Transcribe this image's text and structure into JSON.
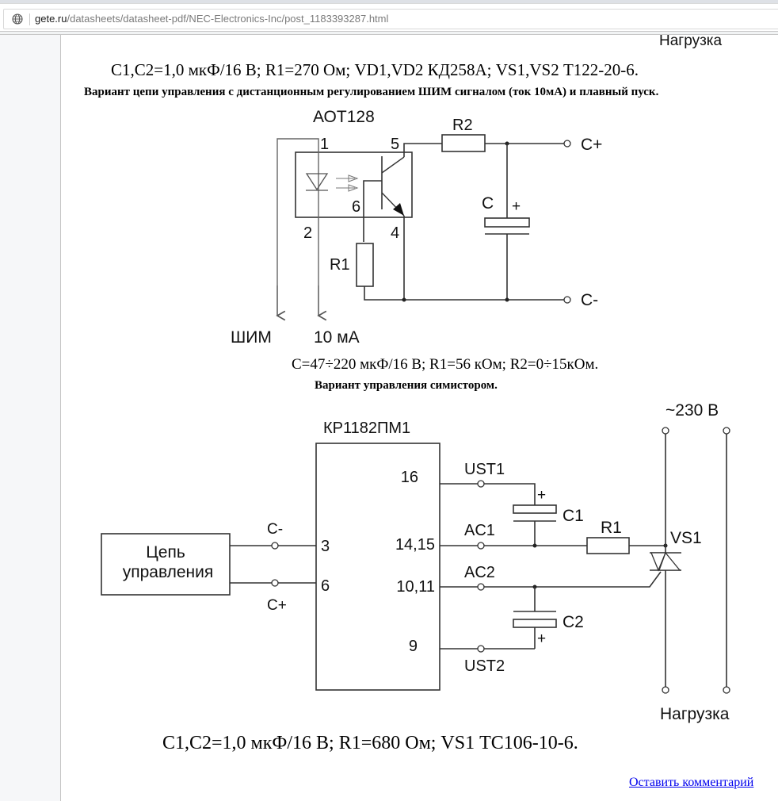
{
  "browser": {
    "url_domain": "gete.ru",
    "url_path": "/datasheets/datasheet-pdf/NEC-Electronics-Inc/post_1183393287.html",
    "site_icon": "globe-icon"
  },
  "page": {
    "top_load_label": "Нагрузка",
    "section1_specs": "C1,C2=1,0 мкФ/16 В; R1=270 Ом; VD1,VD2 КД258А; VS1,VS2 Т122-20-6.",
    "section2_heading": "Вариант цепи управления с дистанционным регулированием ШИМ сигналом (ток 10мА) и плавный пуск.",
    "section2_specs": "C=47÷220 мкФ/16 В; R1=56 кОм; R2=0÷15кОм.",
    "section3_heading": "Вариант управления симистором.",
    "section3_specs": "C1,C2=1,0 мкФ/16 В; R1=680 Ом; VS1 ТС106-10-6.",
    "comment_link": "Оставить комментарий"
  },
  "schematic1": {
    "optocoupler": "АОТ128",
    "pins": {
      "p1": "1",
      "p2": "2",
      "p4": "4",
      "p5": "5",
      "p6": "6"
    },
    "r1": "R1",
    "r2": "R2",
    "cap": "C",
    "cap_plus": "+",
    "out_plus": "C+",
    "out_minus": "C-",
    "pwm_label": "ШИМ",
    "current_label": "10 мА"
  },
  "schematic2": {
    "ic": "КР1182ПМ1",
    "control_block": [
      "Цепь",
      "управления"
    ],
    "in_minus": "C-",
    "in_plus": "C+",
    "pins_left": {
      "p3": "3",
      "p6": "6"
    },
    "pins_right": {
      "p16": "16",
      "p1415": "14,15",
      "p1011": "10,11",
      "p9": "9"
    },
    "nets": {
      "ust1": "UST1",
      "ac1": "AC1",
      "ac2": "AC2",
      "ust2": "UST2"
    },
    "c1": "C1",
    "c2": "C2",
    "plus": "+",
    "r1": "R1",
    "triac": "VS1",
    "mains": "~230 В",
    "load": "Нагрузка"
  }
}
